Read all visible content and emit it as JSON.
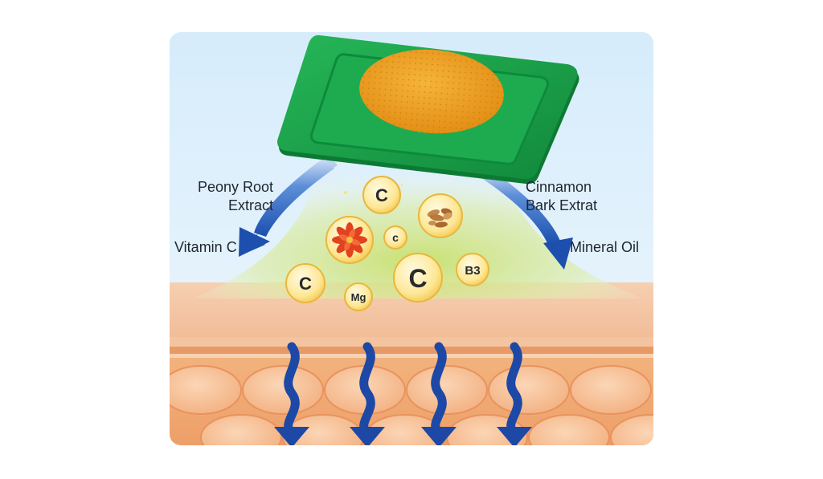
{
  "labels": {
    "peony": [
      "Peony Root",
      "Extract"
    ],
    "cinnamon": [
      "Cinnamon",
      "Bark Extrat"
    ],
    "vitamin_c": "Vitamin C",
    "mineral_oil": "Mineral Oil"
  },
  "nutrients": {
    "c_upper": "C",
    "c_small": "c",
    "c_left": "C",
    "c_large": "C",
    "mg": "Mg",
    "b3": "B3"
  },
  "colors": {
    "patch_green": "#1aa24a",
    "patch_pad": "#f0a21c",
    "arrow_blue": "#1f55b8",
    "skin": "#f3c5a3",
    "sky": "#dceefa"
  }
}
